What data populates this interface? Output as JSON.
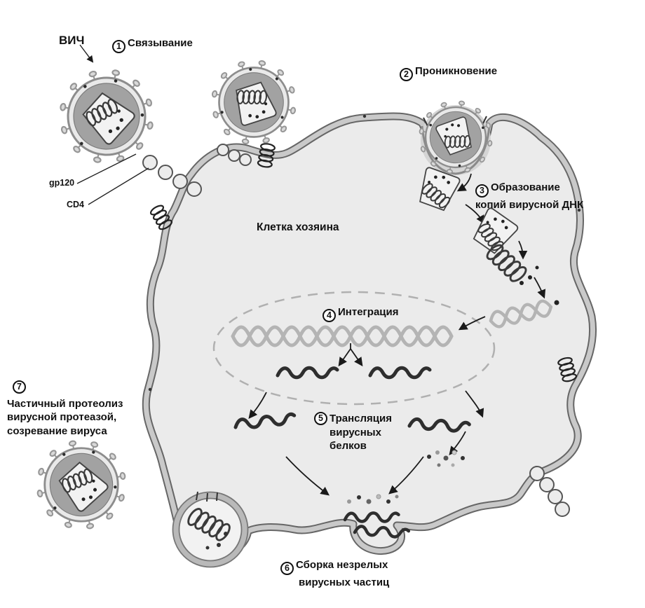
{
  "diagram": {
    "hiv_label": "ВИЧ",
    "host_cell_label": "Клетка хозяина",
    "receptor_labels": {
      "gp120": "gp120",
      "cd4": "CD4"
    },
    "steps": [
      {
        "num": "1",
        "lines": [
          "Связывание"
        ]
      },
      {
        "num": "2",
        "lines": [
          "Проникновение"
        ]
      },
      {
        "num": "3",
        "lines": [
          "Образование",
          "копий вирусной ДНК"
        ]
      },
      {
        "num": "4",
        "lines": [
          "Интеграция"
        ]
      },
      {
        "num": "5",
        "lines": [
          "Трансляция",
          "вирусных",
          "белков"
        ]
      },
      {
        "num": "6",
        "lines": [
          "Сборка незрелых",
          "вирусных частиц"
        ]
      },
      {
        "num": "7",
        "lines": [
          "Частичный протеолиз",
          "вирусной протеазой,",
          "созревание вируса"
        ]
      }
    ],
    "colors": {
      "background": "#ffffff",
      "cell_fill": "#ebebeb",
      "membrane_outline": "#666666",
      "membrane_band": "#c9c9c9",
      "virus_core": "#a2a2a2",
      "dna": "#b4b4b4",
      "viral_rna": "#2e2e2e",
      "text": "#111111"
    }
  }
}
